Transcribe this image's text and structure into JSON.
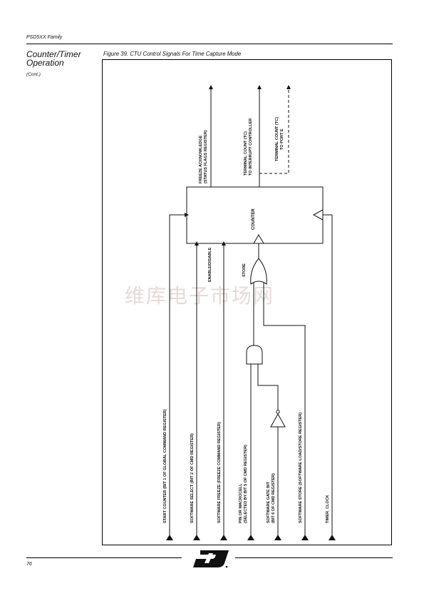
{
  "header": {
    "family": "PSD5XX Family"
  },
  "section": {
    "title_line1": "Counter/Timer",
    "title_line2": "Operation",
    "subtitle": "(Cont.)"
  },
  "figure": {
    "caption": "Figure 39.  CTU Control Signals For Time Capture Mode",
    "block_label": "COUNTER",
    "outputs": {
      "freeze_ack_line1": "FREEZE ACKNOWLEDGE",
      "freeze_ack_line2": "(STATUS FLAGS REGISTER)",
      "tc_int_line1": "TERMINAL COUNT (TC)",
      "tc_int_line2": "TO INTERRUPT CONTROLLER",
      "tc_port_line1": "TERMINAL COUNT (TC)",
      "tc_port_line2": "TO PORT E"
    },
    "signals": {
      "store": "STORE",
      "enable_disable": "ENABLE/DISABLE"
    },
    "inputs": {
      "start_counter": "START COUNTER  (BIT 1 OF  GLOBAL COMMAND REGISTER)",
      "software_select": "SOFTWARE  SELECT (BIT 2 OF CMD REGISTER)",
      "software_freeze": "SOFTWARE FREEZE (FREEZE COMMAND REGISTER)",
      "pin_macrocell_line1": "PIN OR MACROCELL",
      "pin_macrocell_line2": "(SELECTED BY BIT 5 OF CMD REGISTER)",
      "gate_bit_line1": "SOFTWARE GATE BIT",
      "gate_bit_line2": "(BIT 6 OF CMD REGISTER)",
      "software_store": "SOFTWARE STORE (SOFTWARE  LOAD/STORE REGISTER)",
      "timer_clock": "TIMER_CLOCK"
    }
  },
  "watermark": "维库电子市场网",
  "footer": {
    "page_number": "76"
  }
}
